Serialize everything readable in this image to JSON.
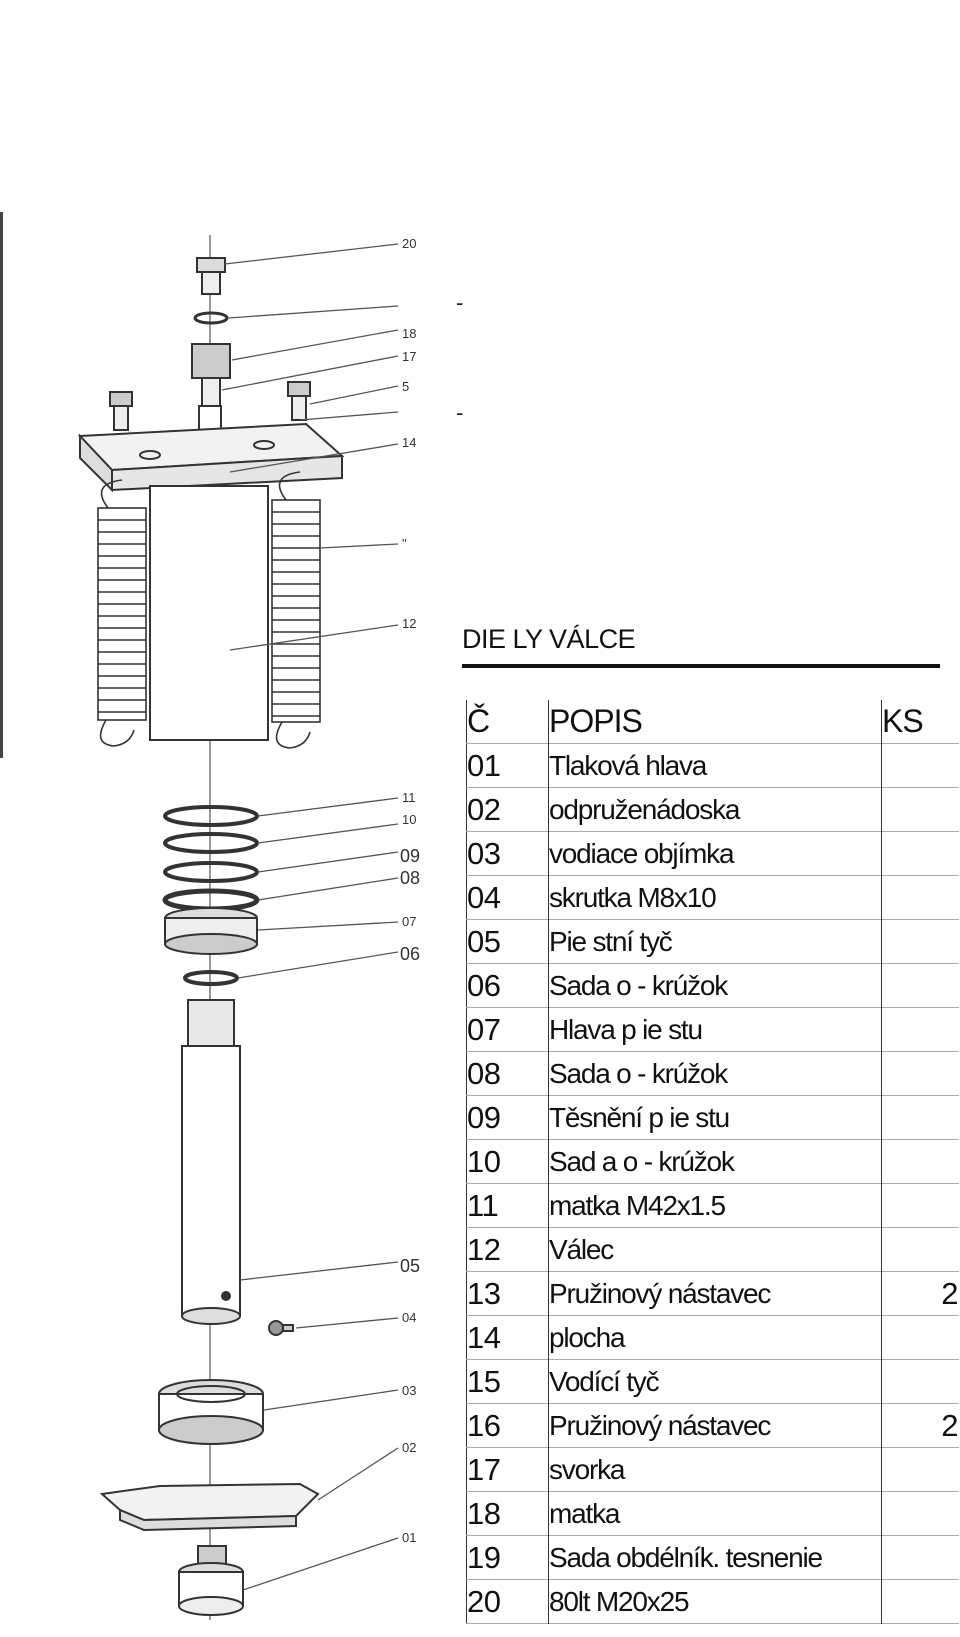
{
  "callouts": [
    "20",
    "18",
    "17",
    "5",
    "14",
    "\"",
    "12",
    "11",
    "10",
    "09",
    "08",
    "07",
    "06",
    "05",
    "04",
    "03",
    "02",
    "01"
  ],
  "stray_marks": [
    "-",
    "-"
  ],
  "table": {
    "title": "DIE LY VÁLCE",
    "headers": {
      "num": "Č",
      "desc": "POPIS",
      "ks": "KS"
    },
    "rows": [
      {
        "num": "01",
        "desc": "Tlaková hlava",
        "ks": ""
      },
      {
        "num": "02",
        "desc": "odpruženádoska",
        "ks": ""
      },
      {
        "num": "03",
        "desc": "vodiace objímka",
        "ks": ""
      },
      {
        "num": "04",
        "desc": "skrutka      M8x10",
        "ks": ""
      },
      {
        "num": "05",
        "desc": "Pie stní tyč",
        "ks": ""
      },
      {
        "num": "06",
        "desc": "Sada o  -  krúžok",
        "ks": ""
      },
      {
        "num": "07",
        "desc": "Hlava p    ie stu",
        "ks": ""
      },
      {
        "num": "08",
        "desc": "Sada o  -  krúžok",
        "ks": ""
      },
      {
        "num": "09",
        "desc": "Těsnění p     ie stu",
        "ks": ""
      },
      {
        "num": "10",
        "desc": "Sad a o  -  krúžok",
        "ks": ""
      },
      {
        "num": "11",
        "desc": "matka   M42x1.5",
        "ks": ""
      },
      {
        "num": "12",
        "desc": "Válec",
        "ks": ""
      },
      {
        "num": "13",
        "desc": "Pružinový nástavec",
        "ks": "2"
      },
      {
        "num": "14",
        "desc": "plocha",
        "ks": ""
      },
      {
        "num": "15",
        "desc": "Vodící tyč",
        "ks": ""
      },
      {
        "num": "16",
        "desc": "Pružinový nástavec",
        "ks": "2"
      },
      {
        "num": "17",
        "desc": "svorka",
        "ks": ""
      },
      {
        "num": "18",
        "desc": "matka",
        "ks": ""
      },
      {
        "num": "19",
        "desc": "Sada obdélník.        tesnenie",
        "ks": ""
      },
      {
        "num": "20",
        "desc": "80lt    M20x25",
        "ks": ""
      }
    ]
  }
}
